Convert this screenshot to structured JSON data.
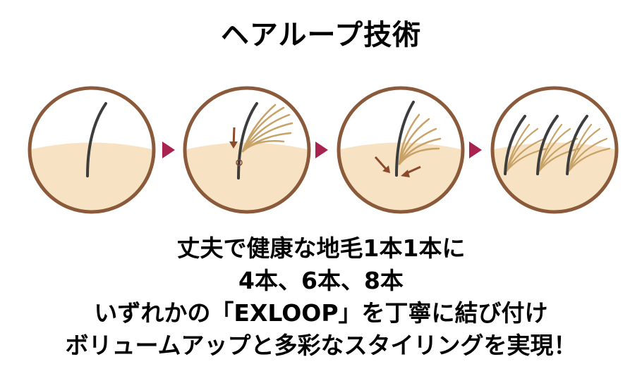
{
  "title": "ヘアループ技術",
  "steps": [
    {
      "icon": "single-hair-icon"
    },
    {
      "icon": "attach-extension-icon"
    },
    {
      "icon": "tie-loop-icon"
    },
    {
      "icon": "volume-result-icon"
    }
  ],
  "arrow_color": "#a8234f",
  "colors": {
    "circle_border": "#8a5a3a",
    "scalp": "#f7e3c3",
    "background": "#ffffff",
    "natural_hair": "#3d3d3d",
    "extension_hair": "#c8a266",
    "arrow_mark": "#8b4a2b"
  },
  "description": {
    "line1": "丈夫で健康な地毛1本1本に",
    "line2": "4本、6本、8本",
    "line3": "いずれかの「EXLOOP」を丁寧に結び付け",
    "line4": "ボリュームアップと多彩なスタイリングを実現！"
  }
}
